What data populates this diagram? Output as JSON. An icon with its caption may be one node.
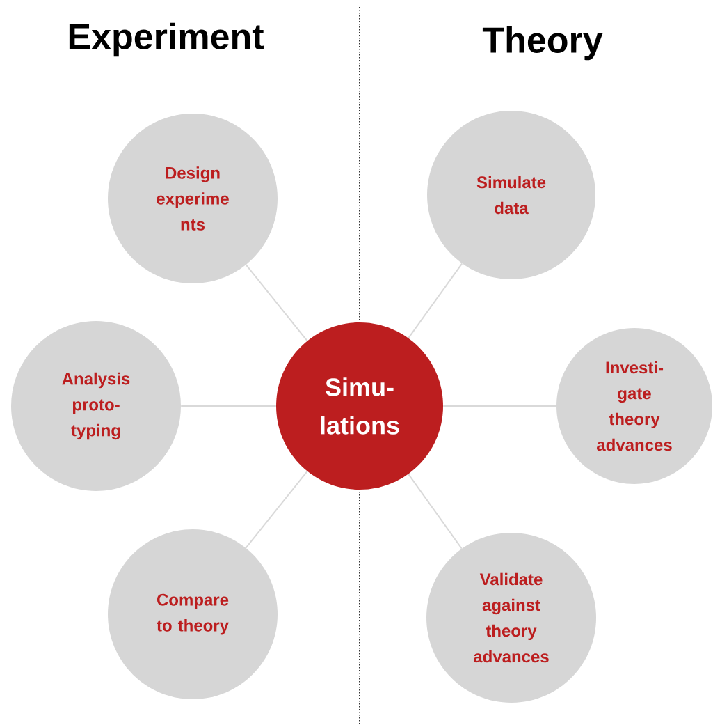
{
  "diagram": {
    "nodes": [
      {
        "text": [
          "Simu- lations"
        ]
      },
      {
        "text": [
          "Design experime nts"
        ]
      },
      {
        "text": [
          "Simulate data"
        ]
      },
      {
        "text": [
          "Analysis proto- typing"
        ]
      },
      {
        "text": [
          "Investi- gate theory advances"
        ]
      },
      {
        "text": [
          "Compare to theory"
        ]
      },
      {
        "text": [
          "Validate against theory advances"
        ]
      }
    ],
    "edges": [
      {
        "from": 0,
        "to": 1,
        "arrow": "none"
      },
      {
        "from": 0,
        "to": 2,
        "arrow": "none"
      },
      {
        "from": 0,
        "to": 3,
        "arrow": "none"
      },
      {
        "from": 0,
        "to": 4,
        "arrow": "none"
      },
      {
        "from": 0,
        "to": 5,
        "arrow": "none"
      },
      {
        "from": 0,
        "to": 6,
        "arrow": "none"
      }
    ],
    "labels": [
      "Experiment",
      "Theory"
    ]
  }
}
